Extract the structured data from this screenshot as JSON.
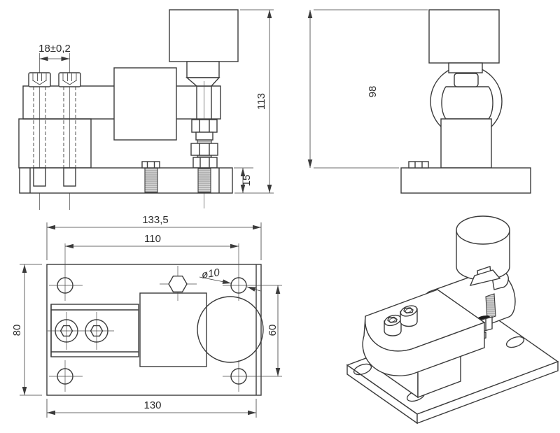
{
  "dims": {
    "front": {
      "screw_spacing": "18±0,2",
      "overall_height": "113",
      "plate_thickness": "15"
    },
    "side": {
      "overall_height": "98"
    },
    "top": {
      "overall_length": "133,5",
      "hole_spacing_length": "110",
      "hole_diameter": "ø10",
      "plate_width": "80",
      "hole_spacing_width": "60",
      "base_length": "130"
    }
  },
  "colors": {
    "line": "#3b3b3b",
    "thread_fill": "#d6d6d6",
    "washer_dark": "#1c1c1c",
    "background": "#ffffff"
  }
}
